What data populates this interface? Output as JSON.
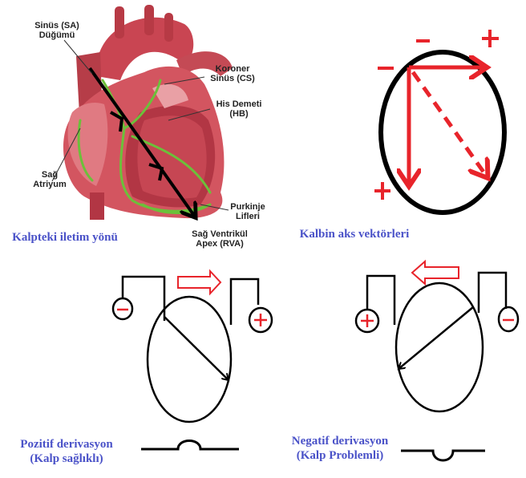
{
  "heart_labels": {
    "sa_node_line1": "Sinüs (SA)",
    "sa_node_line2": "Düğümü",
    "coronary_sinus_line1": "Koroner",
    "coronary_sinus_line2": "Sinüs (CS)",
    "his_bundle_line1": "His Demeti",
    "his_bundle_line2": "(HB)",
    "right_atrium_line1": "Sağ",
    "right_atrium_line2": "Atriyum",
    "purkinje_line1": "Purkinje",
    "purkinje_line2": "Lifleri",
    "apex_line1": "Sağ Ventrikül",
    "apex_line2": "Apex (RVA)"
  },
  "captions": {
    "conduction_direction": "Kalpteki iletim yönü",
    "axis_vectors": "Kalbin aks vektörleri",
    "positive_line1": "Pozitif derivasyon",
    "positive_line2": "(Kalp sağlıklı)",
    "negative_line1": "Negatif derivasyon",
    "negative_line2": "(Kalp Problemli)"
  },
  "signs": {
    "plus": "+",
    "minus": "−"
  },
  "colors": {
    "heart_red": "#c9434f",
    "purkinje_green": "#6cc03a",
    "vector_red": "#e8242b",
    "caption_blue": "#4a52c8"
  }
}
